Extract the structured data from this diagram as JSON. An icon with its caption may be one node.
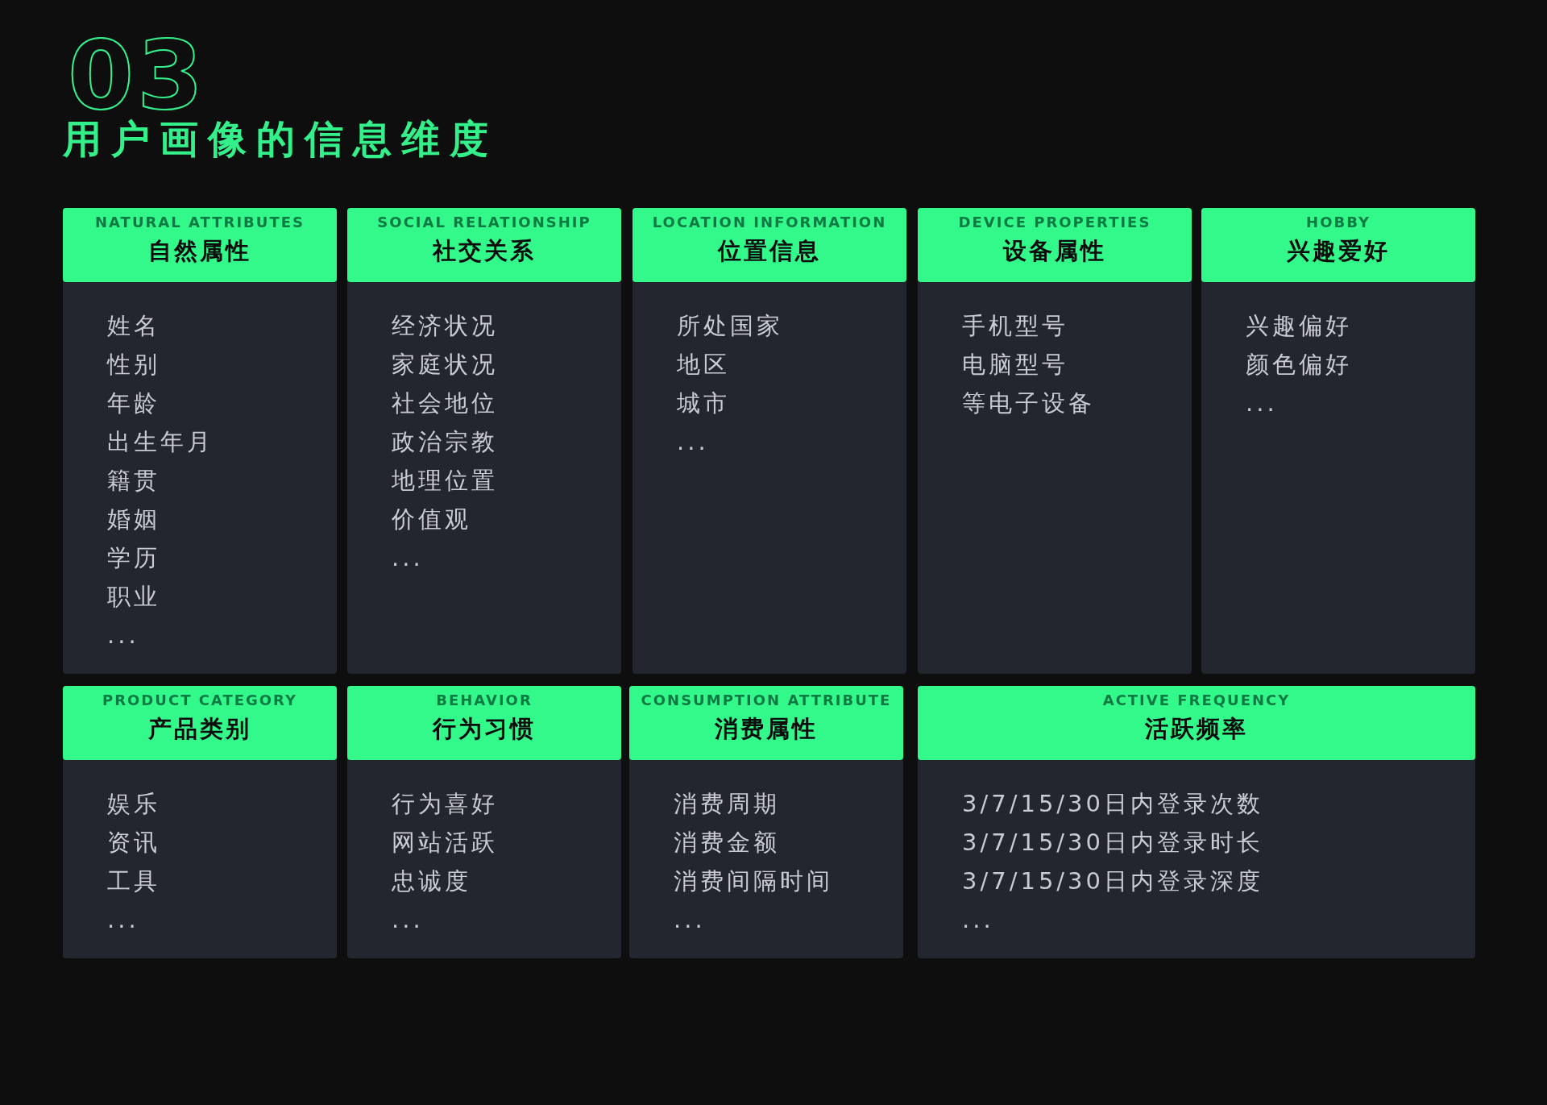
{
  "diagram": {
    "title": "用户画像的信息维度",
    "nodes": [
      {
        "text": [
          "NATURAL ATTRIBUTES",
          "自然属性",
          "姓名",
          "性别",
          "年龄",
          "出生年月",
          "籍贯",
          "婚姻",
          "学历",
          "职业",
          "..."
        ]
      },
      {
        "text": [
          "SOCIAL RELATIONSHIP",
          "社交关系",
          "经济状况",
          "家庭状况",
          "社会地位",
          "政治宗教",
          "地理位置",
          "价值观",
          "..."
        ]
      },
      {
        "text": [
          "LOCATION INFORMATION",
          "位置信息",
          "所处国家",
          "地区",
          "城市",
          "..."
        ]
      },
      {
        "text": [
          "DEVICE PROPERTIES",
          "设备属性",
          "手机型号",
          "电脑型号",
          "等电子设备"
        ]
      },
      {
        "text": [
          "HOBBY",
          "兴趣爱好",
          "兴趣偏好",
          "颜色偏好",
          "..."
        ]
      },
      {
        "text": [
          "PRODUCT CATEGORY",
          "产品类别",
          "娱乐",
          "资讯",
          "工具",
          "..."
        ]
      },
      {
        "text": [
          "BEHAVIOR",
          "行为习惯",
          "行为喜好",
          "网站活跃",
          "忠诚度",
          "..."
        ]
      },
      {
        "text": [
          "CONSUMPTION ATTRIBUTE",
          "消费属性",
          "消费周期",
          "消费金额",
          "消费间隔时间",
          "..."
        ]
      },
      {
        "text": [
          "ACTIVE FREQUENCY",
          "活跃频率",
          "3/7/15/30日内登录次数",
          "3/7/15/30日内登录时长",
          "3/7/15/30日内登录深度",
          "..."
        ]
      }
    ],
    "labels": [
      "03"
    ]
  }
}
